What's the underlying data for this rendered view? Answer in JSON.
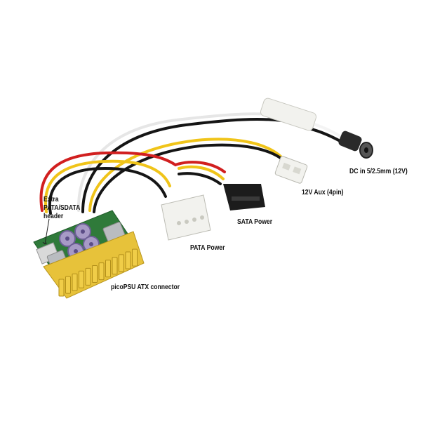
{
  "photo": {
    "subject": "picoPSU power supply with connectors",
    "colors": {
      "background": "#ffffff",
      "pcb": "#2f7a3a",
      "atx_connector": "#e7c23a",
      "capacitor": "#a79ac6",
      "inductor": "#b9bcc0",
      "molex_white": "#f2f2ee",
      "sata_black": "#1c1c1c",
      "wire_red": "#d11f1f",
      "wire_yellow": "#f0c419",
      "wire_black": "#151515",
      "wire_white": "#f4f4f4"
    }
  },
  "labels": {
    "dc_in": "DC in 5/2.5mm (12V)",
    "aux_12v": "12V Aux (4pin)",
    "sata_power": "SATA Power",
    "pata_power": "PATA Power",
    "atx_connector": "picoPSU ATX connector",
    "extra_header": [
      "Extra",
      "PATA/SDATA",
      "header"
    ]
  }
}
